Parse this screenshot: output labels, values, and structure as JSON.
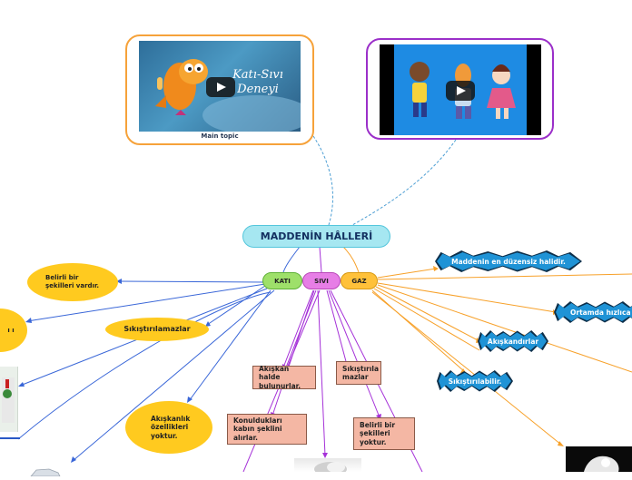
{
  "videos": [
    {
      "thumbnail_title": "Katı-Sıvı Deneyi",
      "caption": "Main topic"
    },
    {
      "thumbnail_title": ""
    }
  ],
  "root": {
    "label": "MADDENİN HÂLLERİ"
  },
  "branches": {
    "kati": {
      "label": "KATI",
      "color": "#9ee06a"
    },
    "sivi": {
      "label": "SIVI",
      "color": "#e77ee6"
    },
    "gaz": {
      "label": "GAZ",
      "color": "#ffc13a"
    }
  },
  "kati_children": {
    "belirli_sekil": "Belirli bir şekilleri vardır.",
    "sikistirilamazlar": "Sıkıştırılamazlar",
    "akiskanlik": "Akışkanlık özellikleri yoktur.",
    "partial_left": "ı ı"
  },
  "sivi_children": {
    "akiskan": "Akışkan halde bulunurlar.",
    "kabin_sekli": "Konuldukları kabın şeklini alırlar.",
    "sikistirilamazlar": "Sıkıştırıla mazlar",
    "belirli_sekil_yok": "Belirli bir şekilleri yoktur."
  },
  "gaz_children": {
    "duzensiz": "Maddenin en düzensiz halidir.",
    "hizlica": "Ortamda hızlıca",
    "akiskandirlar": "Akışkandırlar",
    "sikistirilabilir": "Sıkıştırılabilir."
  },
  "colors": {
    "kati_line": "#3a67d8",
    "sivi_line": "#a531d8",
    "gaz_line": "#f7a12a",
    "dashed_line": "#4e9fd4"
  }
}
